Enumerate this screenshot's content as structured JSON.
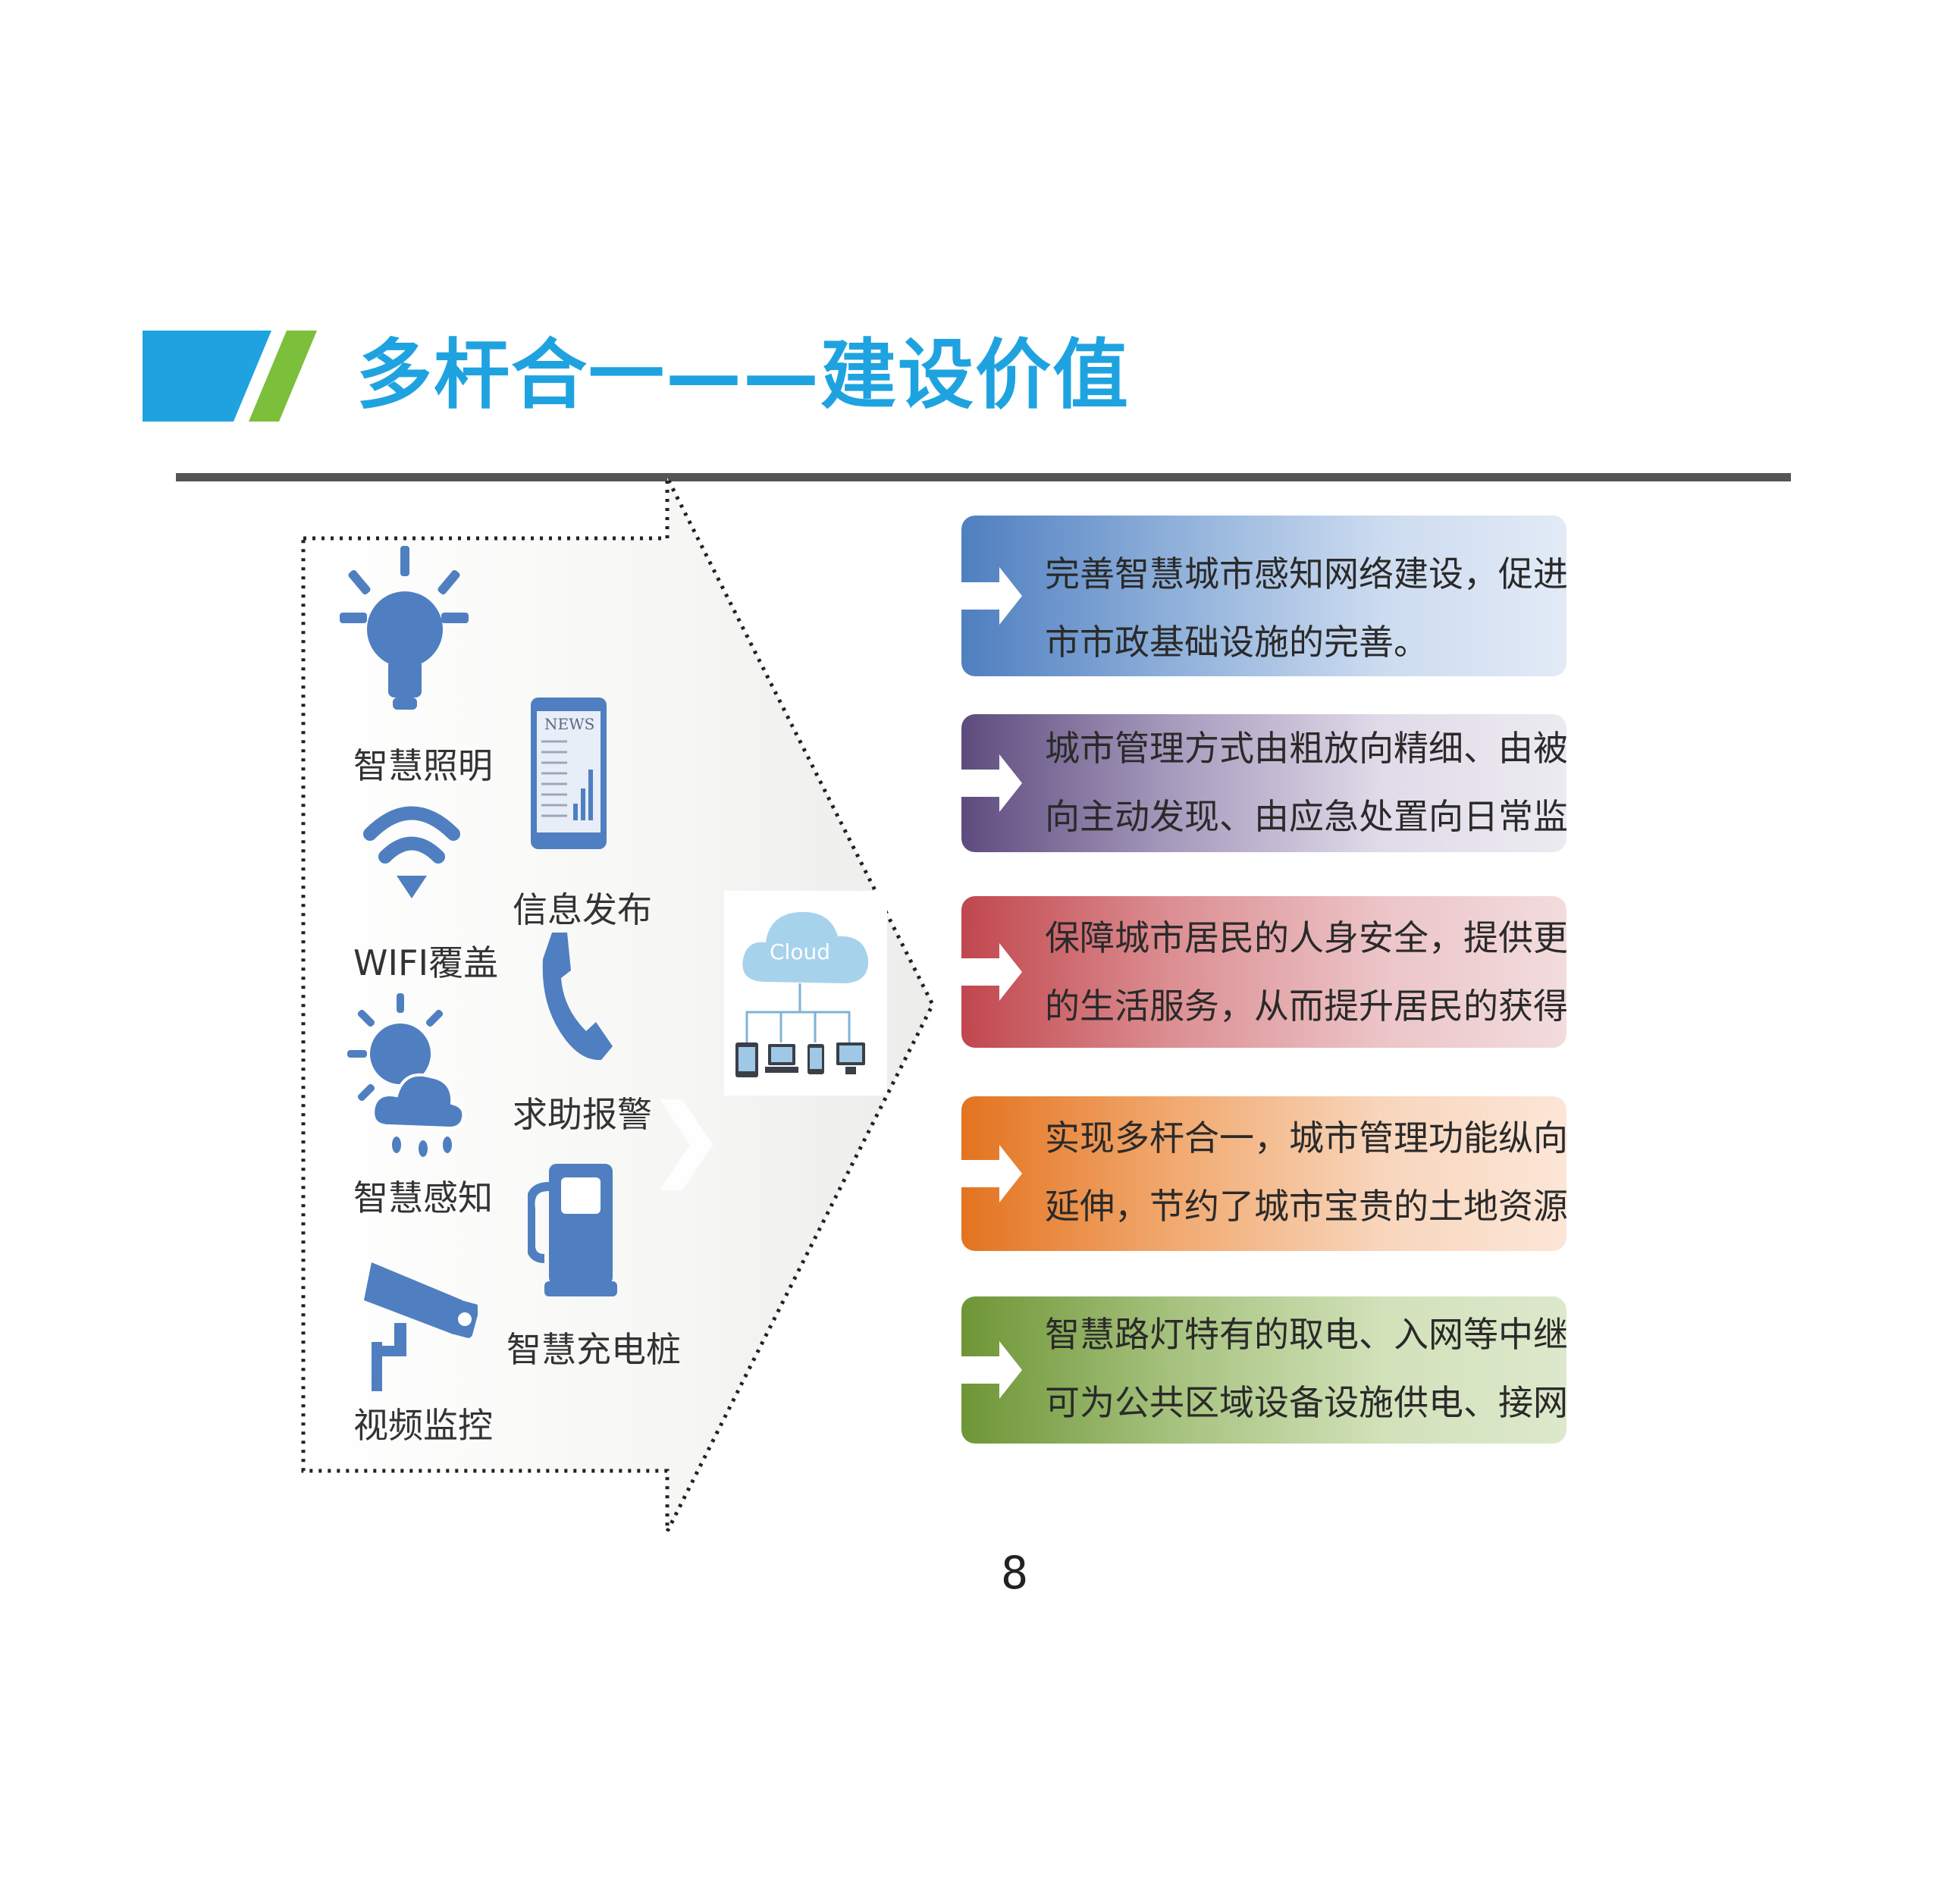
{
  "header": {
    "title": "多杆合一——建设价值",
    "accent_blue": "#1fa3e0",
    "accent_green": "#7cbf3a"
  },
  "features": [
    {
      "label": "智慧照明",
      "icon": "lightbulb-icon"
    },
    {
      "label": "WIFI覆盖",
      "icon": "wifi-icon"
    },
    {
      "label": "智慧感知",
      "icon": "weather-icon"
    },
    {
      "label": "视频监控",
      "icon": "camera-icon"
    },
    {
      "label": "信息发布",
      "icon": "news-icon"
    },
    {
      "label": "求助报警",
      "icon": "phone-icon"
    },
    {
      "label": "智慧充电桩",
      "icon": "charging-station-icon"
    }
  ],
  "cloud": {
    "label": "Cloud",
    "icon": "cloud-icon"
  },
  "values": [
    {
      "line1": "完善智慧城市感知网络建设，促进城",
      "line2": "市市政基础设施的完善。"
    },
    {
      "line1": "城市管理方式由粗放向精细、由被动处理",
      "line2": "向主动发现、由应急处置向日常监管转变。"
    },
    {
      "line1": "保障城市居民的人身安全，提供更为便利",
      "line2": "的生活服务，从而提升居民的获得感。"
    },
    {
      "line1": "实现多杆合一，城市管理功能纵向立体化",
      "line2": "延伸，节约了城市宝贵的土地资源。"
    },
    {
      "line1": "智慧路灯特有的取电、入网等中继功能，",
      "line2": "可为公共区域设备设施供电、接网。"
    }
  ],
  "page_number": "8"
}
